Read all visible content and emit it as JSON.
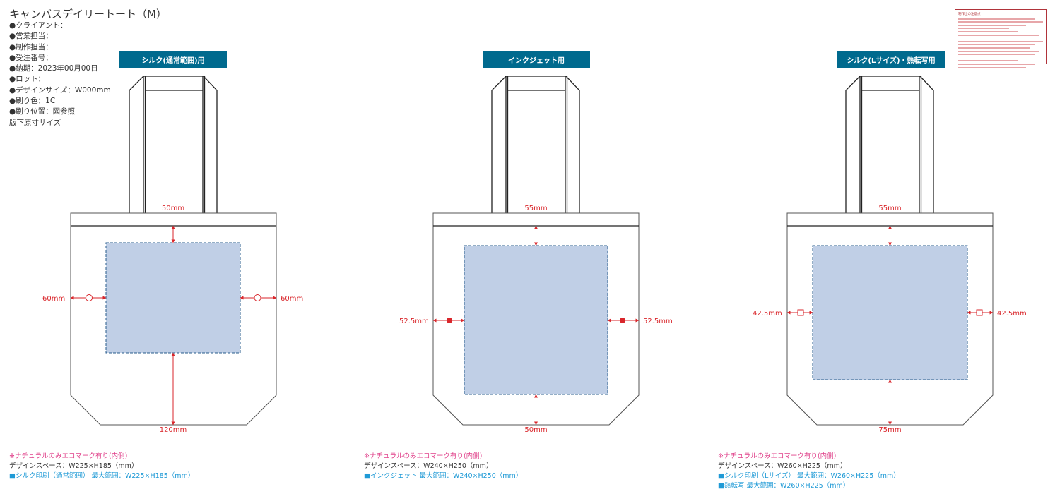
{
  "title": "キャンバスデイリートート（M）",
  "info": [
    "●クライアント：",
    "●営業担当：",
    "●制作担当：",
    "●受注番号：",
    "●納期：2023年00月00日",
    "●ロット：",
    "●デザインサイズ：W000mm",
    "●刷り色：1C",
    "●刷り位置：図参照",
    "版下原寸サイズ"
  ],
  "notes_title": "制作上の注意点",
  "bags": [
    {
      "header": "シルク(通常範囲)用",
      "top": "50mm",
      "bottom": "120mm",
      "left": "60mm",
      "right": "60mm",
      "marker": "open-circle",
      "eco": "※ナチュラルのみエコマーク有り(内側)",
      "space": "デザインスペース：W225×H185（mm）",
      "ranges": [
        "■シルク印刷（通常範囲） 最大範囲：W225×H185（mm）"
      ]
    },
    {
      "header": "インクジェット用",
      "top": "55mm",
      "bottom": "50mm",
      "left": "52.5mm",
      "right": "52.5mm",
      "marker": "filled-circle",
      "eco": "※ナチュラルのみエコマーク有り(内側)",
      "space": "デザインスペース：W240×H250（mm）",
      "ranges": [
        "■インクジェット 最大範囲：W240×H250（mm）"
      ]
    },
    {
      "header": "シルク(Lサイズ)・熱転写用",
      "top": "55mm",
      "bottom": "75mm",
      "left": "42.5mm",
      "right": "42.5mm",
      "marker": "open-square",
      "eco": "※ナチュラルのみエコマーク有り(内側)",
      "space": "デザインスペース：W260×H225（mm）",
      "ranges": [
        "■シルク印刷（Lサイズ） 最大範囲：W260×H225（mm）",
        "■熱転写 最大範囲：W260×H225（mm）"
      ]
    }
  ],
  "colors": {
    "header": "#006a8e",
    "dimension": "#d9262b",
    "print_area": "#c0cfe6",
    "print_border": "#2a5c8c"
  }
}
